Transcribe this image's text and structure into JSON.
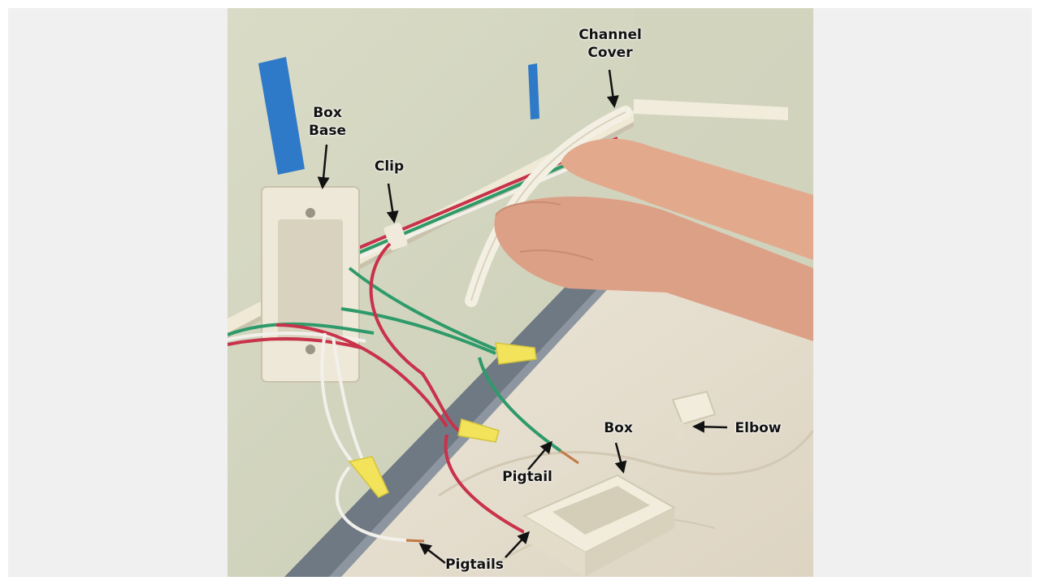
{
  "labels": {
    "channel_cover_line1": "Channel",
    "channel_cover_line2": "Cover",
    "box_base_line1": "Box",
    "box_base_line2": "Base",
    "clip": "Clip",
    "box": "Box",
    "elbow": "Elbow",
    "pigtail": "Pigtail",
    "pigtails": "Pigtails"
  },
  "colors": {
    "wall": "#d6d8c2",
    "baseboard": "#6f7984",
    "drop_cloth": "#e8e1d2",
    "painters_tape": "#2f79c9",
    "raceway": "#efe9d6",
    "wire_red": "#c8324a",
    "wire_green": "#2e9a6a",
    "wire_white": "#f2f0ea",
    "wire_nut": "#f2e35a",
    "copper": "#c17a45",
    "skin": "#e2a98c",
    "label_text": "#111111"
  }
}
